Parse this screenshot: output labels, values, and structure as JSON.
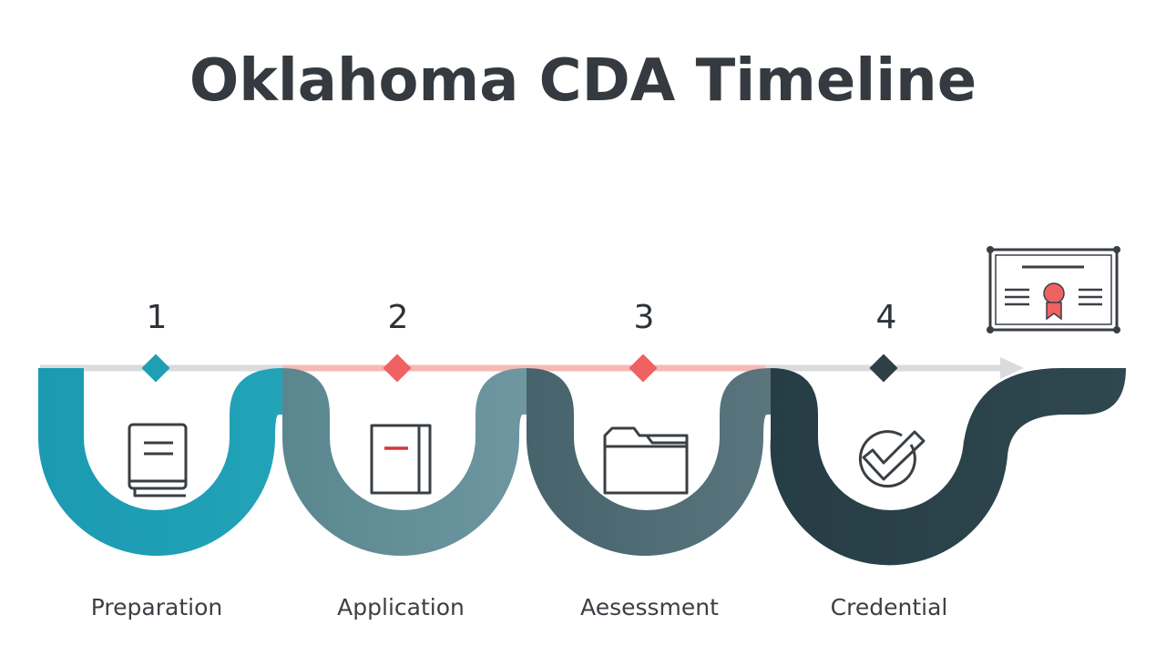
{
  "title": "Oklahoma CDA Timeline",
  "steps": [
    {
      "number": "1",
      "label": "Preparation",
      "icon": "book-icon",
      "color": "#1a9bb3",
      "marker_color": "#1f9fb4"
    },
    {
      "number": "2",
      "label": "Application",
      "icon": "document-icon",
      "color": "#5f8c94",
      "marker_color": "#f06262"
    },
    {
      "number": "3",
      "label": "Aesessment",
      "icon": "folder-icon",
      "color": "#506a72",
      "marker_color": "#f06262"
    },
    {
      "number": "4",
      "label": "Credential",
      "icon": "checkmark-icon",
      "color": "#2f4a52",
      "marker_color": "#2f3f46"
    }
  ],
  "end_icon": "certificate-icon",
  "colors": {
    "title": "#343a3f",
    "line_gray": "#d6d8da",
    "line_red": "#f7b7b4",
    "icon_stroke": "#3a3f44",
    "accent_red": "#e53b3b"
  }
}
